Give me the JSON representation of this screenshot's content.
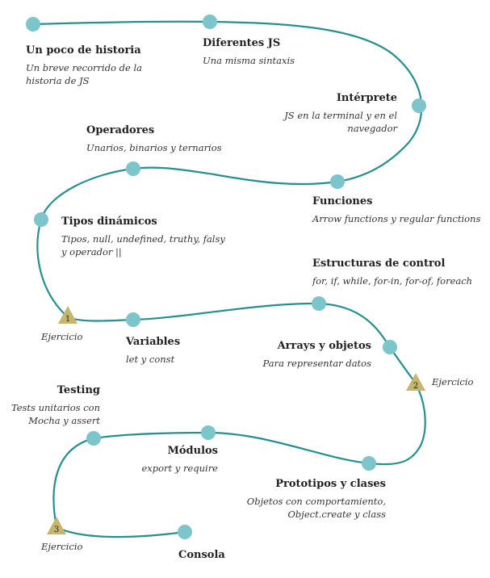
{
  "colors": {
    "path": "#25908f",
    "dot": "#7cc5cb",
    "exercise": "#c5b56d",
    "text": "#222222"
  },
  "topics": [
    {
      "title": "Un poco de historia",
      "subtitle": "Un breve recorrido de la historia de JS"
    },
    {
      "title": "Diferentes JS",
      "subtitle": "Una misma sintaxis"
    },
    {
      "title": "Intérprete",
      "subtitle": "JS en la terminal y en el navegador"
    },
    {
      "title": "Operadores",
      "subtitle": "Unarios, binarios y ternarios"
    },
    {
      "title": "Funciones",
      "subtitle": "Arrow functions y regular functions"
    },
    {
      "title": "Tipos dinámicos",
      "subtitle": "Tipos, null, undefined, truthy, falsy y operador ||"
    },
    {
      "title": "Estructuras de control",
      "subtitle": "for, if, while, for-in, for-of, foreach"
    },
    {
      "title": "Variables",
      "subtitle": "let y const"
    },
    {
      "title": "Arrays y objetos",
      "subtitle": "Para representar datos"
    },
    {
      "title": "Testing",
      "subtitle": "Tests unitarios con Mocha y assert"
    },
    {
      "title": "Módulos",
      "subtitle": "export y require"
    },
    {
      "title": "Prototipos y clases",
      "subtitle": "Objetos con comportamiento, Object.create y class"
    },
    {
      "title": "Consola",
      "subtitle": ""
    }
  ],
  "exercises": [
    {
      "number": "1",
      "label": "Ejercicio"
    },
    {
      "number": "2",
      "label": "Ejercicio"
    },
    {
      "number": "3",
      "label": "Ejercicio"
    }
  ]
}
